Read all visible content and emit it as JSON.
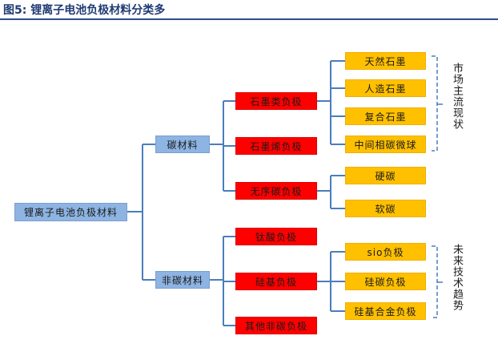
{
  "title": "图5:  锂离子电池负极材料分类多",
  "root": "锂离子电池负极材料",
  "level1": {
    "carbon": "碳材料",
    "non_carbon": "非碳材料"
  },
  "carbon_types": {
    "graphite": "石墨类负极",
    "graphene": "石墨烯负极",
    "amorphous": "无序碳负极"
  },
  "graphite_items": [
    "天然石墨",
    "人造石墨",
    "复合石墨",
    "中间相碳微球"
  ],
  "amorphous_items": [
    "硬碳",
    "软碳"
  ],
  "non_carbon_types": {
    "titanate": "钛酸负极",
    "silicon": "硅基负极",
    "other": "其他非碳负极"
  },
  "silicon_items": [
    "sio负极",
    "硅碳负极",
    "硅基合金负极"
  ],
  "side_labels": {
    "market": "市场主流现状",
    "future": "未来技术趋势"
  },
  "colors": {
    "root_fill": "#8db4e2",
    "level1_fill": "#8db4e2",
    "level2_fill": "#ff0000",
    "leaf_fill": "#ffc000",
    "connector": "#4a7ebb",
    "title": "#1f3b73"
  }
}
